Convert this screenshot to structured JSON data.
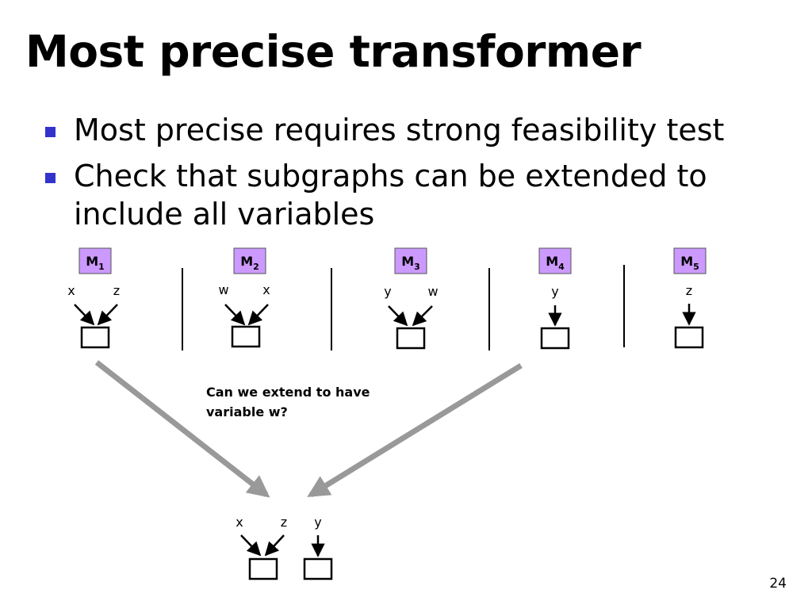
{
  "slide": {
    "title": "Most precise transformer",
    "bullets": [
      "Most precise requires strong feasibility test",
      "Check that subgraphs can be extended to include all variables"
    ],
    "page_number": "24"
  },
  "diagram": {
    "label_fill": "#cc99ff",
    "arrow_color": "#999999",
    "subgraphs": [
      {
        "base": "M",
        "sub": "1",
        "vars": [
          "x",
          "z"
        ]
      },
      {
        "base": "M",
        "sub": "2",
        "vars": [
          "w",
          "x"
        ]
      },
      {
        "base": "M",
        "sub": "3",
        "vars": [
          "y",
          "w"
        ]
      },
      {
        "base": "M",
        "sub": "4",
        "vars": [
          "y"
        ]
      },
      {
        "base": "M",
        "sub": "5",
        "vars": [
          "z"
        ]
      }
    ],
    "question_lines": [
      "Can we extend to have",
      "variable w?"
    ],
    "combined_vars": [
      "x",
      "z",
      "y"
    ]
  }
}
